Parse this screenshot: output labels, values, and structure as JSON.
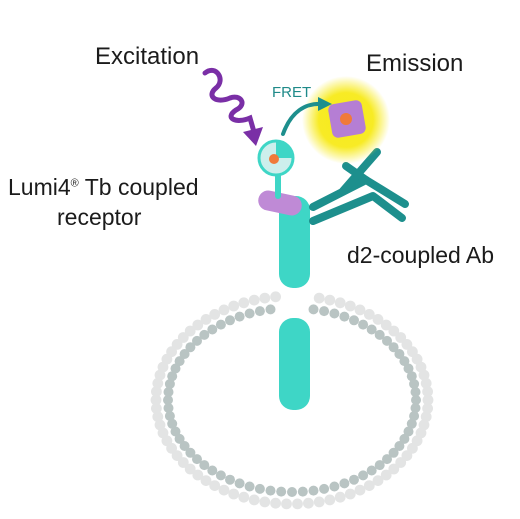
{
  "labels": {
    "excitation": "Excitation",
    "emission": "Emission",
    "fret": "FRET",
    "donor_name": "Lumi4",
    "donor_mark": "®",
    "donor_rest": " Tb coupled",
    "donor_line2": "receptor",
    "acceptor": "d2-coupled Ab"
  },
  "colors": {
    "receptor": "#3ed6c6",
    "antibody": "#1d8f8d",
    "lumi4_donor": "#bf8ad6",
    "d2_acceptor": "#b57ed4",
    "excitation_wave": "#7a2fa6",
    "emission_glow": "#f7ea1a",
    "fluorophore_core": "#f07a3a",
    "membrane_outer": "#e3e4e4",
    "membrane_inner": "#b9c4c3",
    "text": "#1b1b1b"
  }
}
